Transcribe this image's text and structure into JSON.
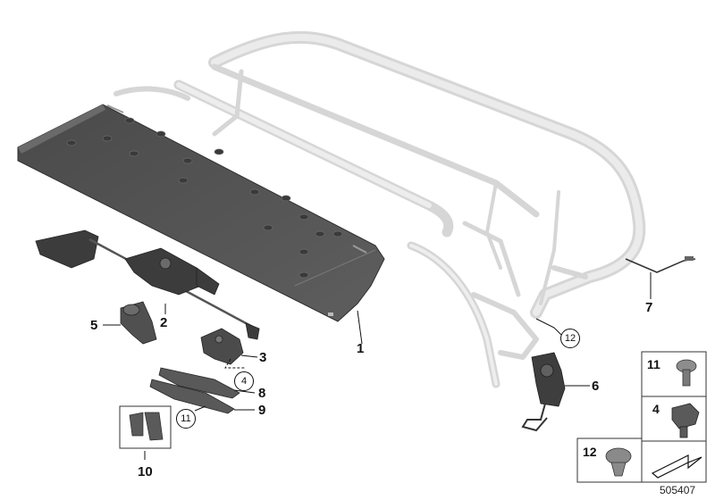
{
  "callouts": {
    "p1": "1",
    "p2": "2",
    "p3": "3",
    "p4": "4",
    "p5": "5",
    "p6": "6",
    "p7": "7",
    "p8": "8",
    "p9": "9",
    "p10": "10",
    "p11": "11",
    "p12": "12"
  },
  "legend": {
    "item11": "11",
    "item4": "4",
    "item12": "12"
  },
  "document_number": "505407"
}
